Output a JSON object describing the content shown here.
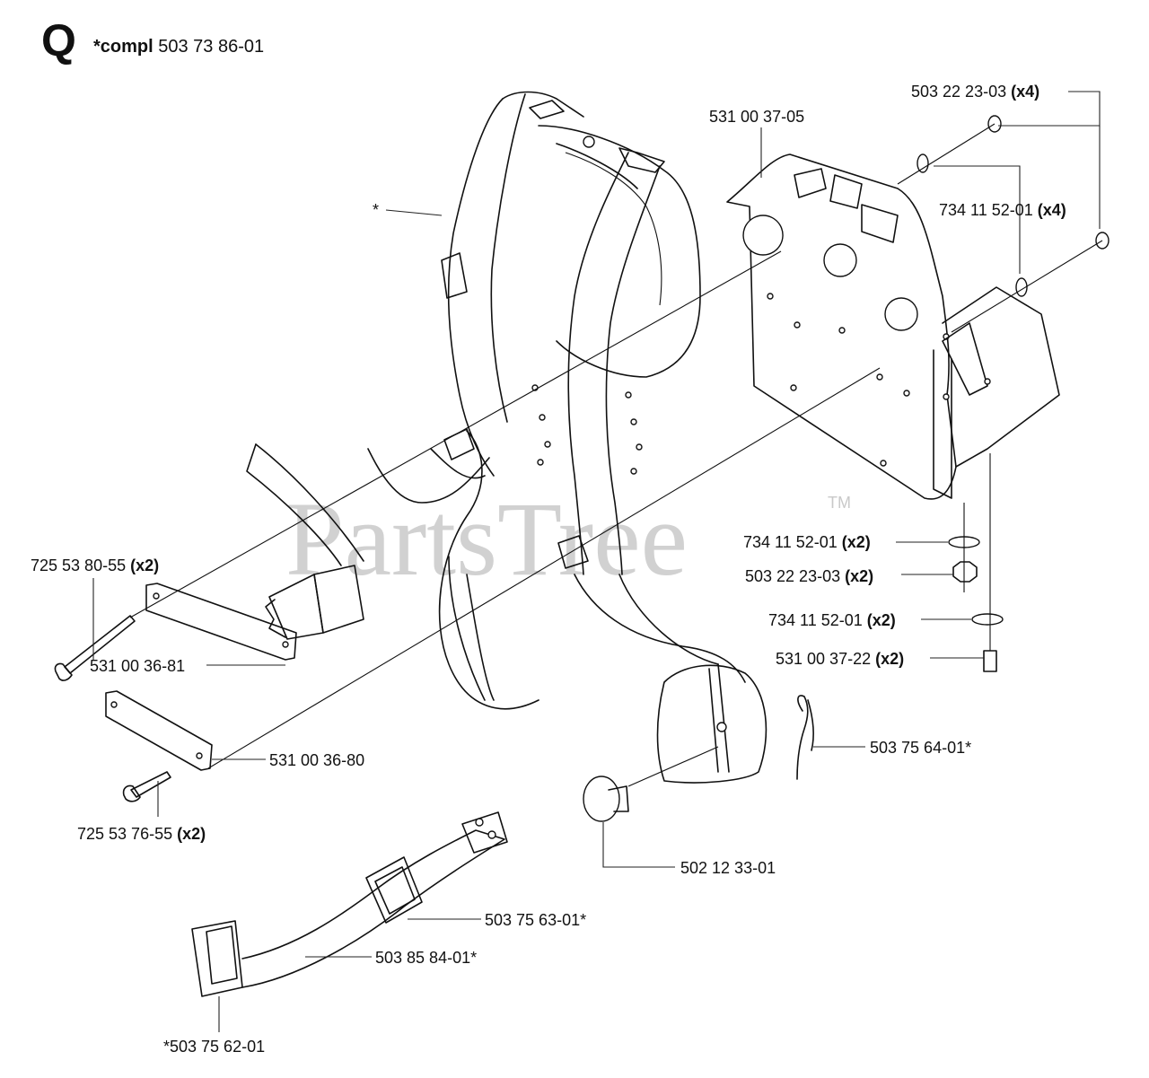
{
  "header": {
    "letter": "Q",
    "compl_prefix": "*compl",
    "compl_number": "503 73 86-01"
  },
  "watermark": {
    "text": "PartsTree",
    "tm": "TM"
  },
  "labels": {
    "harness_marker": "*",
    "plate": "531 00 37-05",
    "nut_top": {
      "part": "503 22 23-03",
      "qty": "(x4)"
    },
    "washer_top": {
      "part": "734 11 52-01",
      "qty": "(x4)"
    },
    "washer_mid": {
      "part": "734 11 52-01",
      "qty": "(x2)"
    },
    "nut_mid": {
      "part": "503 22 23-03",
      "qty": "(x2)"
    },
    "washer_low": {
      "part": "734 11 52-01",
      "qty": "(x2)"
    },
    "screw_low": {
      "part": "531 00 37-22",
      "qty": "(x2)"
    },
    "bolt_upper": {
      "part": "725 53 80-55",
      "qty": "(x2)"
    },
    "bar_upper": "531 00 36-81",
    "bar_lower": "531 00 36-80",
    "bolt_lower": {
      "part": "725 53 76-55",
      "qty": "(x2)"
    },
    "pin": "503 75 64-01*",
    "knob": "502 12 33-01",
    "buckle_slide": "503 75 63-01*",
    "belt": "503 85 84-01*",
    "buckle_female": "*503 75 62-01"
  }
}
